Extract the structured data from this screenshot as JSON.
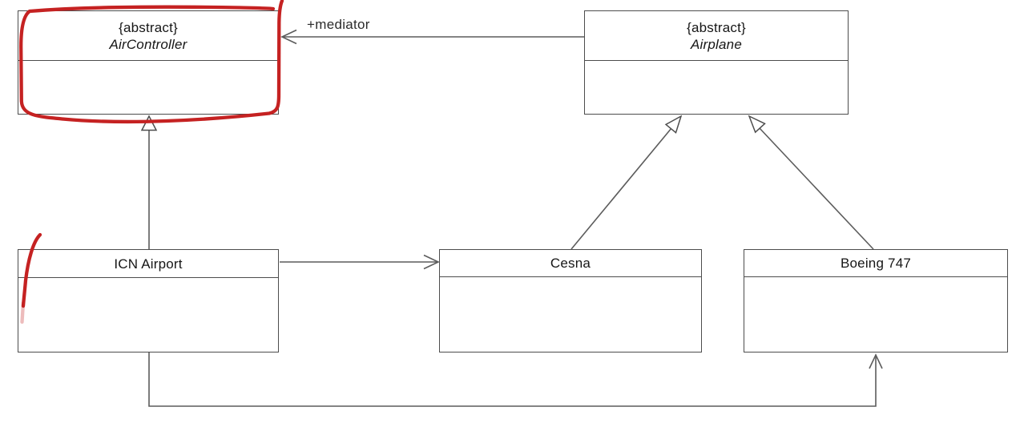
{
  "diagram": {
    "type": "uml-class-diagram",
    "pattern": "mediator",
    "classes": [
      {
        "stereotype": "{abstract}",
        "name": "AirController",
        "abstract": true
      },
      {
        "stereotype": "{abstract}",
        "name": "Airplane",
        "abstract": true
      },
      {
        "name": "ICN Airport",
        "abstract": false
      },
      {
        "name": "Cesna",
        "abstract": false
      },
      {
        "name": "Boeing 747",
        "abstract": false
      }
    ],
    "relations": [
      {
        "type": "directed-association",
        "from": "Airplane",
        "to": "AirController",
        "label": "+mediator"
      },
      {
        "type": "generalization",
        "from": "ICN Airport",
        "to": "AirController",
        "label": ""
      },
      {
        "type": "generalization",
        "from": "Cesna",
        "to": "Airplane",
        "label": ""
      },
      {
        "type": "generalization",
        "from": "Boeing 747",
        "to": "Airplane",
        "label": ""
      },
      {
        "type": "directed-association",
        "from": "ICN Airport",
        "to": "Cesna",
        "label": ""
      },
      {
        "type": "directed-association",
        "from": "ICN Airport",
        "to": "Boeing 747",
        "label": ""
      }
    ],
    "annotations": [
      {
        "type": "hand-drawn-circle",
        "target": "AirController",
        "color": "#c52222"
      },
      {
        "type": "hand-drawn-stroke",
        "target": "ICN Airport left edge",
        "color": "#c52222"
      }
    ],
    "colors": {
      "border": "#4d4d4d",
      "line": "#5c5c5c",
      "text": "#161616",
      "annotation": "#c52222",
      "background": "#ffffff"
    }
  }
}
